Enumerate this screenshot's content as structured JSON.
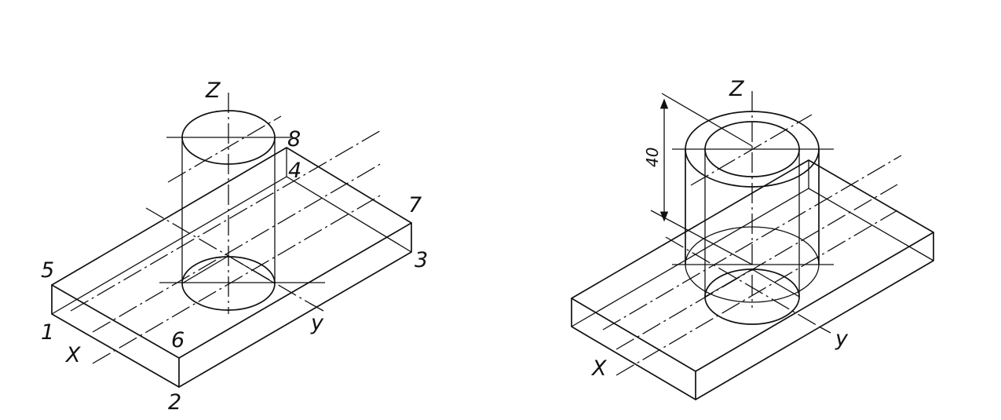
{
  "left_figure": {
    "axis_labels": {
      "z": "Z",
      "x": "X",
      "y": "y"
    },
    "vertex_labels": [
      "1",
      "2",
      "3",
      "4",
      "5",
      "6",
      "7",
      "8"
    ]
  },
  "right_figure": {
    "axis_labels": {
      "z": "Z",
      "x": "X",
      "y": "y"
    },
    "dimension": "40"
  },
  "colors": {
    "ink": "#111111",
    "paper": "#ffffff"
  }
}
